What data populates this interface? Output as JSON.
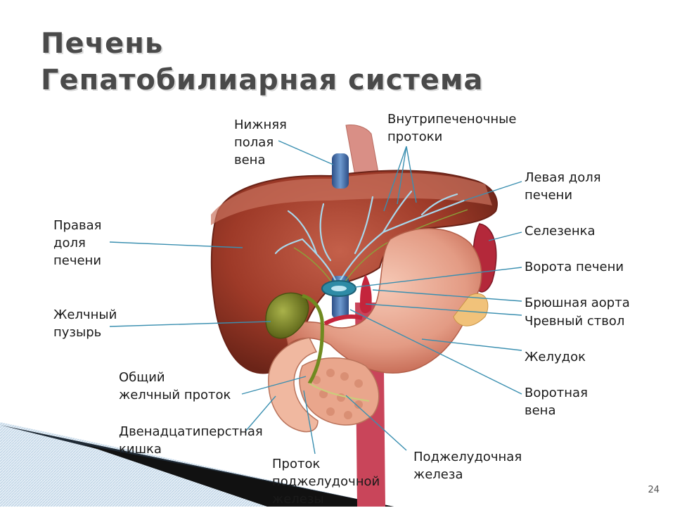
{
  "title": {
    "line1": "Печень",
    "line2": "Гепатобилиарная система"
  },
  "labels": {
    "ivc": "Нижняя\nполая\nвена",
    "intrahepatic_ducts": "Внутрипеченочные\nпротоки",
    "left_lobe": "Левая доля\nпечени",
    "spleen": "Селезенка",
    "porta_hepatis": "Ворота печени",
    "abdominal_aorta": "Брюшная аорта",
    "celiac_trunk": "Чревный ствол",
    "stomach": "Желудок",
    "portal_vein": "Воротная\nвена",
    "pancreas": "Поджелудочная\nжелеза",
    "pancreatic_duct": "Проток\nподжелудочной\nжелезы",
    "duodenum": "Двенадцатиперстная\nкишка",
    "common_bile_duct": "Общий\nжелчный проток",
    "gallbladder": "Желчный\nпузырь",
    "right_lobe": "Правая\nдоля\nпечени"
  },
  "page_number": "24",
  "colors": {
    "title": "#4a4a4a",
    "leader_line": "#3a8fb0",
    "liver": "#a8402c",
    "stomach": "#e8a18a",
    "gallbladder": "#7c8a2a",
    "vessel_blue": "#3d6fa8",
    "duct_cyan": "#9ad0e6"
  }
}
